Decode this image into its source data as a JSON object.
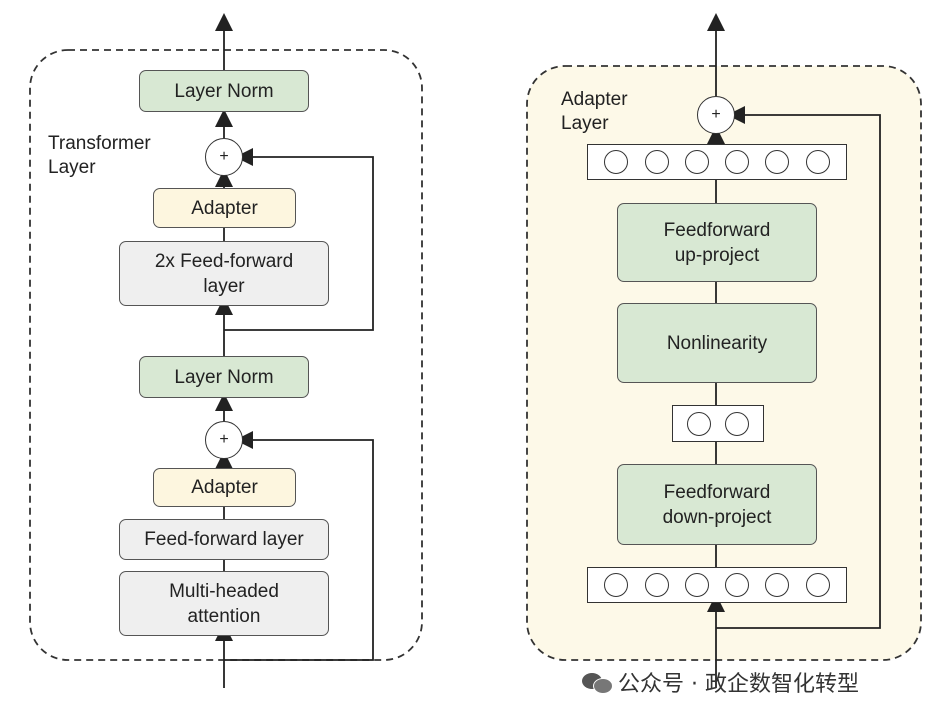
{
  "left_panel": {
    "title": "Transformer\nLayer",
    "layer_norm_top": "Layer Norm",
    "adapter_top": "Adapter",
    "ffn_top": "2x Feed-forward\nlayer",
    "layer_norm_bottom": "Layer Norm",
    "adapter_bottom": "Adapter",
    "ffn_bottom": "Feed-forward layer",
    "attention": "Multi-headed\nattention",
    "plus_top": "+",
    "plus_bottom": "+"
  },
  "right_panel": {
    "title": "Adapter\nLayer",
    "up_project": "Feedforward\nup-project",
    "nonlinearity": "Nonlinearity",
    "down_project": "Feedforward\ndown-project",
    "plus": "+",
    "top_neurons": 6,
    "middle_neurons": 2,
    "bottom_neurons": 6
  },
  "colors": {
    "green": "#d8e8d3",
    "cream": "#fdf6df",
    "gray": "#efefef",
    "panel_background": "#fdf9e8"
  },
  "watermark": {
    "icon": "wechat-icon",
    "text": "公众号 · 政企数智化转型"
  }
}
